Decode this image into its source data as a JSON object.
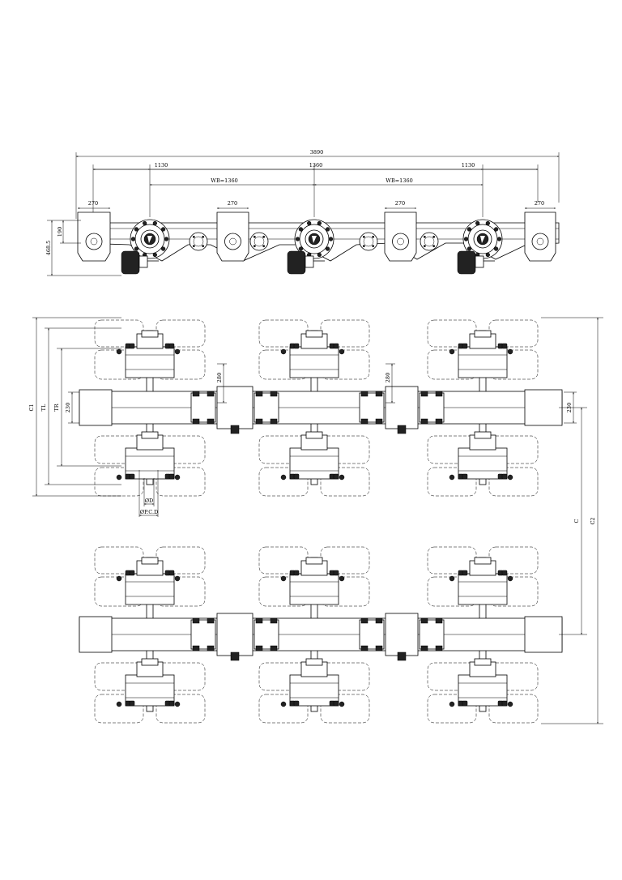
{
  "side_view": {
    "overall_length": "3890",
    "spacing_left": "1130",
    "spacing_center": "1360",
    "spacing_right": "1130",
    "wheelbase_left": "WB=1360",
    "wheelbase_right": "WB=1360",
    "bracket_width": "270",
    "height_total": "468.5",
    "height_bracket": "190"
  },
  "plan_view": {
    "c1": "C1",
    "tl": "TL",
    "tr": "TR",
    "beam_width_left": "230",
    "beam_width_right": "230",
    "hanger_width_1": "280",
    "hanger_width_2": "280",
    "stud_diameter": "ØD",
    "pitch_circle": "ØP.C.D",
    "c": "C",
    "c2": "C2"
  }
}
